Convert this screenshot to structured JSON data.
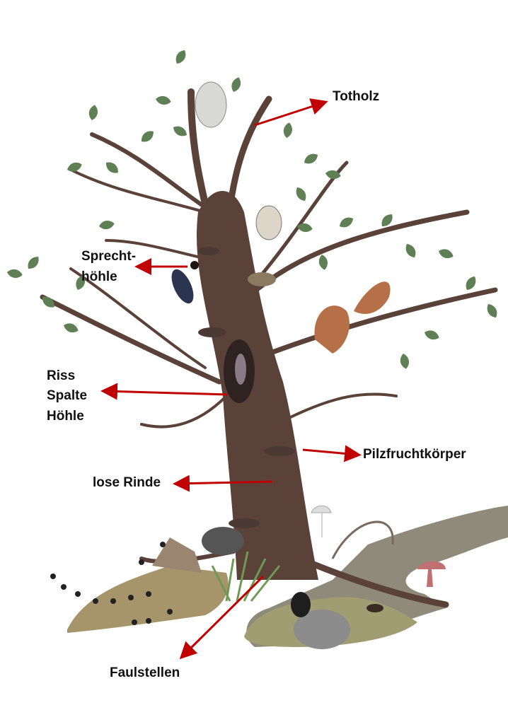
{
  "labels": {
    "totholz": "Totholz",
    "spechthoehle_1": "Sprecht-",
    "spechthoehle_2": "höhle",
    "riss": "Riss",
    "spalte": "Spalte",
    "hoehle": "Höhle",
    "pilz": "Pilzfruchtkörper",
    "rinde": "lose Rinde",
    "faulstellen": "Faulstellen"
  },
  "colors": {
    "arrow": "#c00000",
    "trunk": "#5a4239",
    "leaf": "#5f7f55",
    "ground": "#9a8a66"
  }
}
